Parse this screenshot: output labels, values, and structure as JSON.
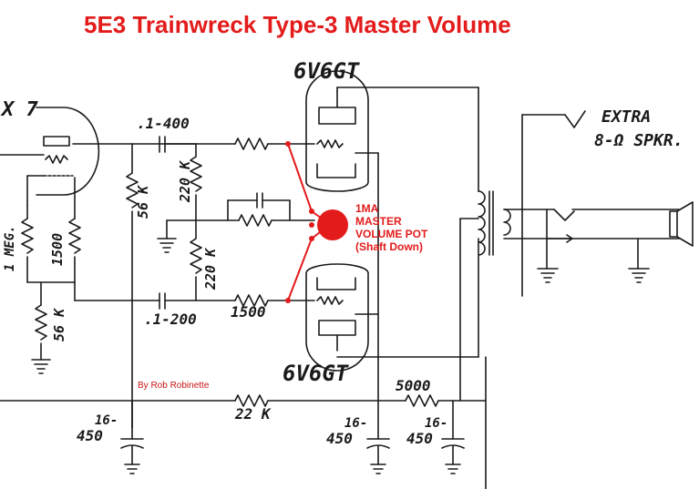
{
  "title": "5E3 Trainwreck Type-3 Master Volume",
  "credit": "By Rob Robinette",
  "annotation": {
    "line1": "1MA",
    "line2": "MASTER",
    "line3": "VOLUME POT",
    "line4": "(Shaft Down)"
  },
  "labels": {
    "tube_top": "6V6GT",
    "tube_bottom": "6V6GT",
    "preamp_tube": "X 7",
    "cap_top": ".1-400",
    "cap_bottom": ".1-200",
    "r_56k_mid": "56 K",
    "r_220k_top": "220 K",
    "r_220k_bottom": "220 K",
    "r_1meg": "1 MEG.",
    "r_1500_left": "1500",
    "r_56k_left": "56 K",
    "r_1500_grid": "1500",
    "r_22k": "22 K",
    "r_5000": "5000",
    "cap_16_450_a_top": "16-",
    "cap_16_450_a_bot": "450",
    "cap_16_450_b_top": "16-",
    "cap_16_450_b_bot": "450",
    "cap_16_450_c_top": "16-",
    "cap_16_450_c_bot": "450",
    "extra_line1": "EXTRA",
    "extra_line2": "8-Ω SPKR."
  },
  "colors": {
    "ink": "#1a1a1a",
    "accent": "#e31b1b"
  }
}
